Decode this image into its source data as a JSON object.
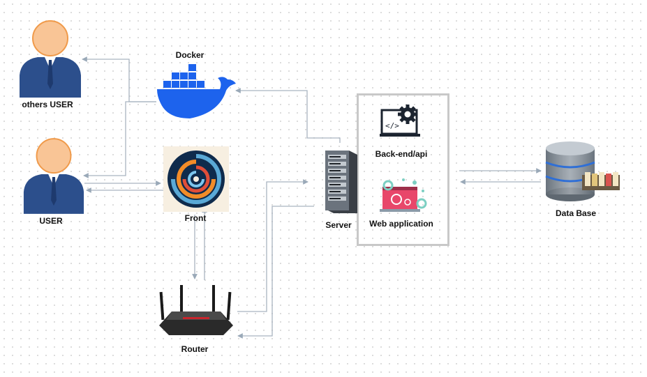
{
  "labels": {
    "others_user": "others USER",
    "user": "USER",
    "docker": "Docker",
    "front": "Front",
    "router": "Router",
    "server": "Server",
    "backend": "Back-end/api",
    "webapp": "Web application",
    "database": "Data Base"
  },
  "icons": [
    "person-icon",
    "person-icon",
    "docker-whale-icon",
    "swirl-logo-icon",
    "router-icon",
    "server-rack-icon",
    "code-gear-monitor-icon",
    "web-app-icon",
    "database-icon"
  ],
  "colors": {
    "connector": "#9aa9b8",
    "person_body": "#2c4f8c",
    "person_head": "#f9c596",
    "docker_blue": "#1d63ed",
    "box_border": "#c8c8c8"
  }
}
